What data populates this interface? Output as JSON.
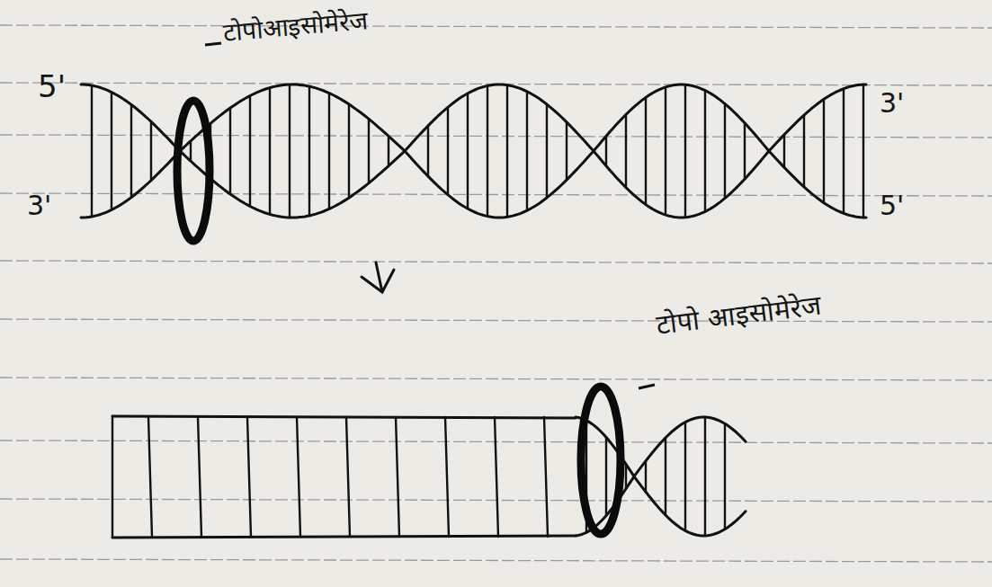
{
  "diagram": {
    "labels": [
      "5'",
      "3'",
      "टोपोआइसोमेरेज",
      "3'",
      "5'",
      "टोपो आइसोमेरेज"
    ]
  }
}
